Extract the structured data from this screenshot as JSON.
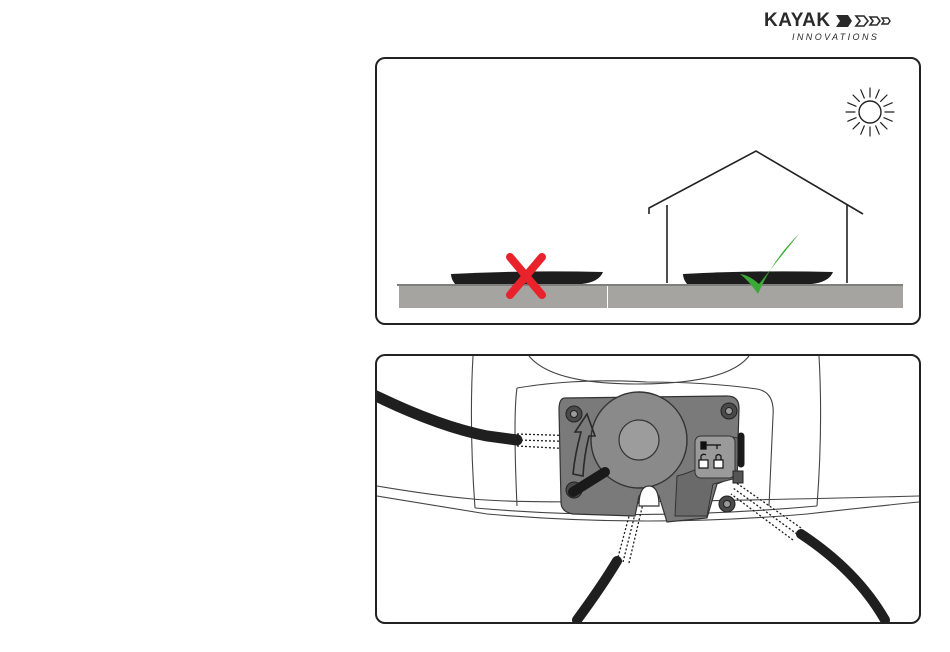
{
  "brand": {
    "name": "KAYAK",
    "tagline": "INNOVATIONS",
    "color": "#2a2a2a"
  },
  "panels": [
    {
      "id": "storage",
      "icons": [
        "sun-icon",
        "house-icon",
        "cross-icon",
        "check-icon"
      ],
      "colors": {
        "cross": "#e8232b",
        "check": "#3aa935",
        "ground": "#a6a4a0"
      }
    },
    {
      "id": "rudder-lock-detail",
      "icons": [
        "arrow-up-icon",
        "key-icon",
        "lock-open-icon",
        "lock-closed-icon"
      ],
      "colors": {
        "part": "#7a7a7a",
        "part_dark": "#5f5f5f",
        "cable": "#1f1f1f"
      }
    }
  ]
}
